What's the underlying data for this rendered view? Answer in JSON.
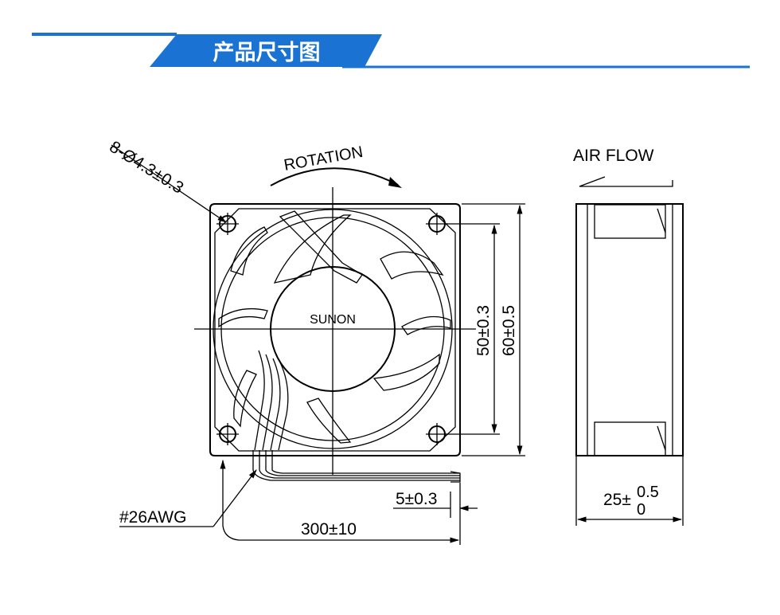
{
  "header": {
    "title": "产品尺寸图",
    "accent_color": "#1a73d2"
  },
  "front_view": {
    "hole_spec": "8-Ø4.3±0.3",
    "rotation_label": "ROTATION",
    "brand": "SUNON",
    "hole_spacing": "50±0.3",
    "frame_size": "60±0.5",
    "wire_gauge": "#26AWG",
    "wire_strip": "5±0.3",
    "wire_length": "300±10"
  },
  "side_view": {
    "airflow_label": "AIR FLOW",
    "thickness_base": "25±",
    "thickness_plus": "0.5",
    "thickness_minus": "0"
  }
}
